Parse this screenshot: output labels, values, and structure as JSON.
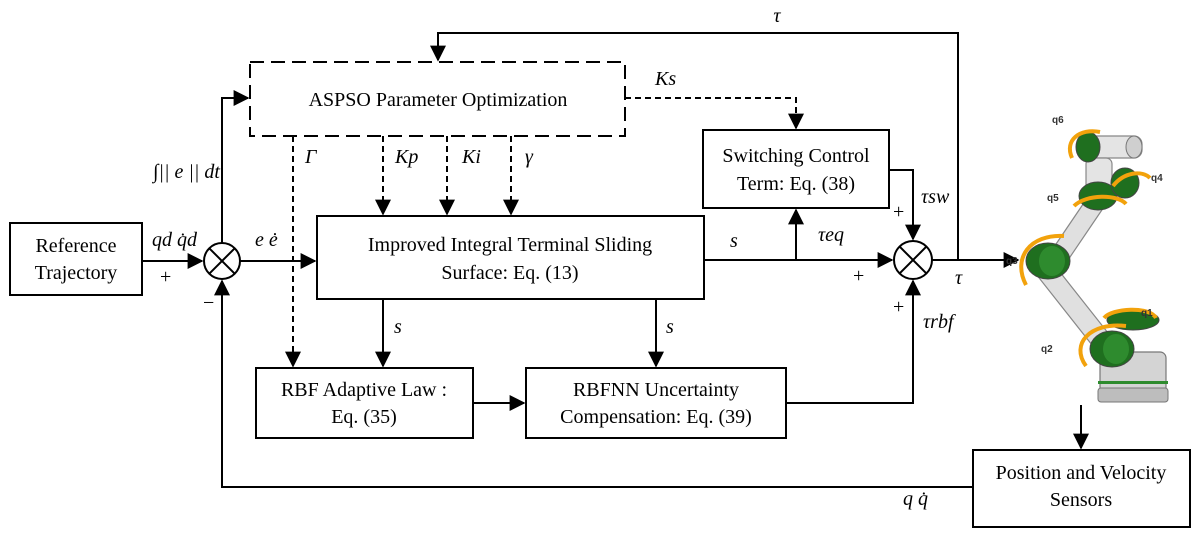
{
  "blocks": {
    "reference": [
      "Reference",
      "Trajectory"
    ],
    "aspso": "ASPSO  Parameter Optimization",
    "switching": [
      "Switching Control",
      "Term: Eq. (38)"
    ],
    "itsm": [
      "Improved Integral Terminal Sliding",
      "Surface: Eq. (13)"
    ],
    "rbf_law": [
      "RBF Adaptive Law :",
      "Eq. (35)"
    ],
    "rbfnn": [
      "RBFNN Uncertainty",
      "Compensation: Eq. (39)"
    ],
    "sensors": [
      "Position and Velocity",
      "Sensors"
    ]
  },
  "signals": {
    "tau_feedback": "τ",
    "ks": "Ks",
    "integral": "∫|| e || dt",
    "gamma_cap": "Γ",
    "kp": "Kp",
    "ki": "Ki",
    "gamma": "γ",
    "qd": "qd q̇d",
    "e": "e ė",
    "s_main": "s",
    "s_left": "s",
    "s_right": "s",
    "tau_eq": "τeq",
    "tau_sw": "τsw",
    "tau_rbf": "τrbf",
    "tau_out": "τ",
    "q_fb": "q q̇"
  },
  "signs": {
    "plus_ref": "+",
    "minus_fb": "−",
    "plus_sw": "+",
    "plus_eq": "+",
    "plus_rbf": "+"
  },
  "robot_joints": [
    "q6",
    "q4",
    "q5",
    "q3",
    "q1",
    "q2"
  ]
}
